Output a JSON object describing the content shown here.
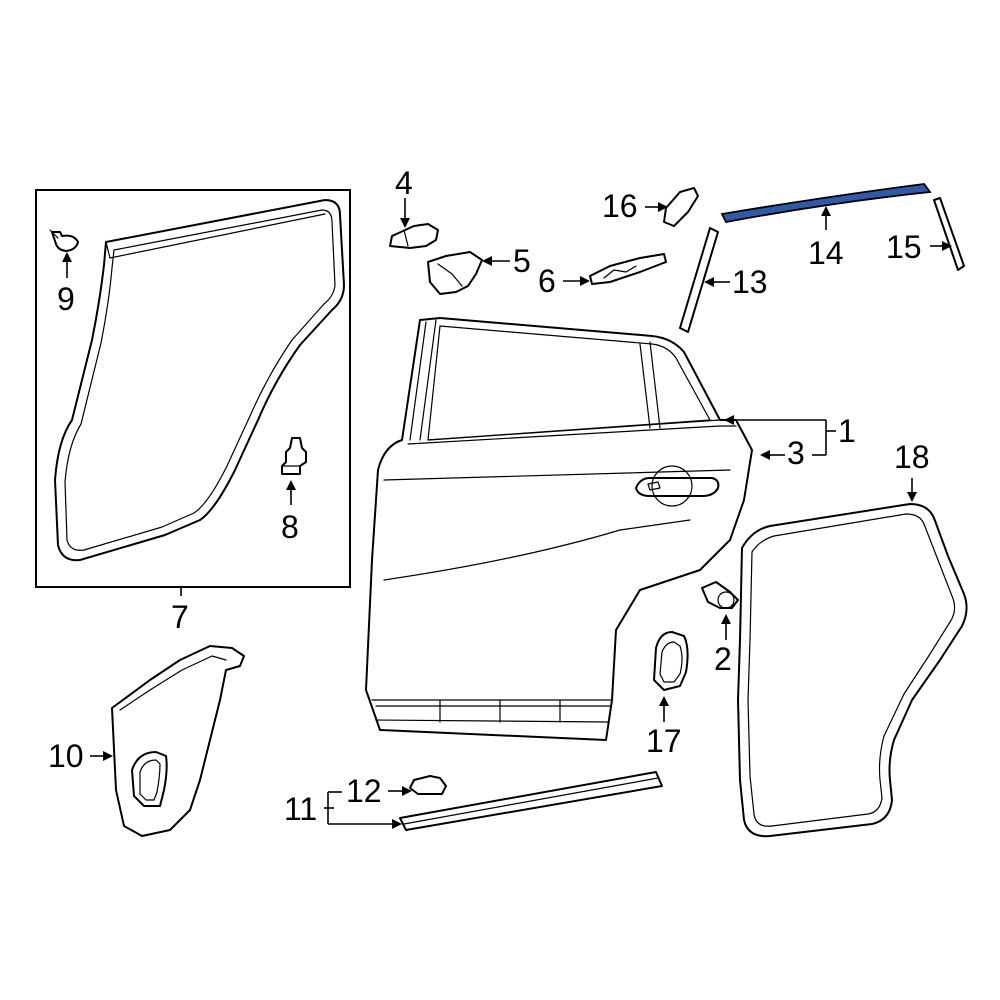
{
  "diagram": {
    "highlight_color": "#2f5aa8",
    "callouts": [
      {
        "id": "1",
        "text": "1"
      },
      {
        "id": "2",
        "text": "2"
      },
      {
        "id": "3",
        "text": "3"
      },
      {
        "id": "4",
        "text": "4"
      },
      {
        "id": "5",
        "text": "5"
      },
      {
        "id": "6",
        "text": "6"
      },
      {
        "id": "7",
        "text": "7"
      },
      {
        "id": "8",
        "text": "8"
      },
      {
        "id": "9",
        "text": "9"
      },
      {
        "id": "10",
        "text": "10"
      },
      {
        "id": "11",
        "text": "11"
      },
      {
        "id": "12",
        "text": "12"
      },
      {
        "id": "13",
        "text": "13"
      },
      {
        "id": "14",
        "text": "14"
      },
      {
        "id": "15",
        "text": "15"
      },
      {
        "id": "16",
        "text": "16"
      },
      {
        "id": "17",
        "text": "17"
      },
      {
        "id": "18",
        "text": "18"
      }
    ]
  }
}
